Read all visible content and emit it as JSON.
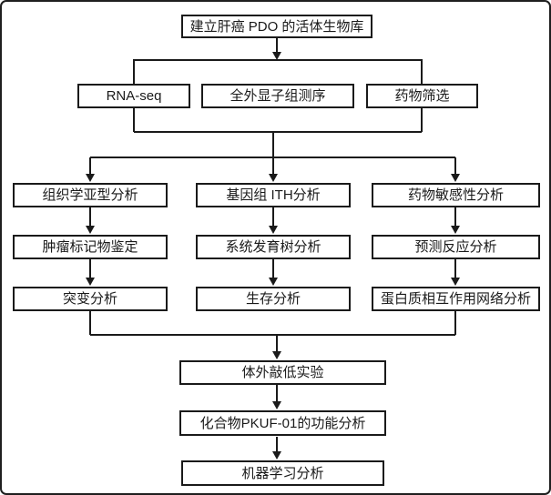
{
  "flowchart": {
    "nodes": {
      "biobank": "建立肝癌 PDO 的活体生物库",
      "rna_seq": "RNA-seq",
      "wes": "全外显子组测序",
      "drug_screening": "药物筛选",
      "histology_subtype": "组织学亚型分析",
      "tumor_marker": "肿瘤标记物鉴定",
      "mutation": "突变分析",
      "genomic_ith": "基因组 ITH分析",
      "phylo_tree": "系统发育树分析",
      "survival": "生存分析",
      "drug_sensitivity": "药物敏感性分析",
      "predicted_response": "预测反应分析",
      "ppi_network": "蛋白质相互作用网络分析",
      "knockdown": "体外敲低实验",
      "pkuf01": "化合物PKUF-01的功能分析",
      "ml": "机器学习分析"
    },
    "edges": [
      {
        "from": "biobank",
        "to": "rna_seq"
      },
      {
        "from": "biobank",
        "to": "wes"
      },
      {
        "from": "biobank",
        "to": "drug_screening"
      },
      {
        "from": "rna_seq",
        "to": "analysis_branch"
      },
      {
        "from": "drug_screening",
        "to": "analysis_branch"
      },
      {
        "from": "analysis_branch",
        "to": "histology_subtype"
      },
      {
        "from": "analysis_branch",
        "to": "genomic_ith"
      },
      {
        "from": "analysis_branch",
        "to": "drug_sensitivity"
      },
      {
        "from": "histology_subtype",
        "to": "tumor_marker"
      },
      {
        "from": "tumor_marker",
        "to": "mutation"
      },
      {
        "from": "genomic_ith",
        "to": "phylo_tree"
      },
      {
        "from": "phylo_tree",
        "to": "survival"
      },
      {
        "from": "drug_sensitivity",
        "to": "predicted_response"
      },
      {
        "from": "predicted_response",
        "to": "ppi_network"
      },
      {
        "from": "mutation",
        "to": "knockdown"
      },
      {
        "from": "ppi_network",
        "to": "knockdown"
      },
      {
        "from": "knockdown",
        "to": "pkuf01"
      },
      {
        "from": "pkuf01",
        "to": "ml"
      }
    ],
    "colors": {
      "line": "#1a1a1a",
      "box_border": "#1a1a1a",
      "box_fill": "#ffffff",
      "text": "#1a1a1a",
      "background": "#ffffff"
    }
  }
}
